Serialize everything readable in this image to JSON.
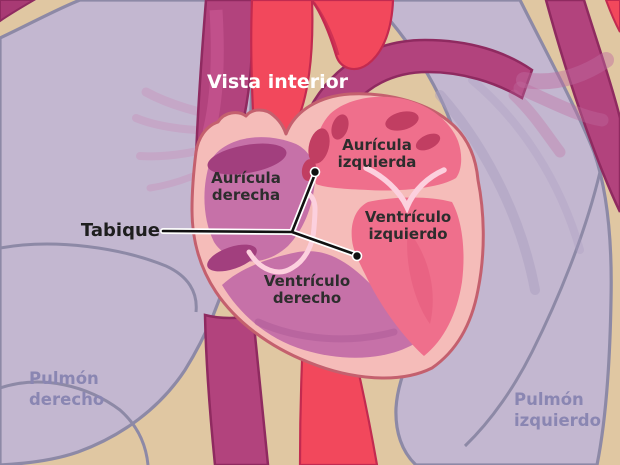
{
  "figure": {
    "title": "Vista interior",
    "annotation": {
      "label": "Tabique"
    },
    "chambers": {
      "auricula_derecha": {
        "line1": "Aurícula",
        "line2": "derecha"
      },
      "auricula_izquierda": {
        "line1": "Aurícula",
        "line2": "izquierda"
      },
      "ventriculo_derecho": {
        "line1": "Ventrículo",
        "line2": "derecho"
      },
      "ventriculo_izquierdo": {
        "line1": "Ventrículo",
        "line2": "izquierdo"
      }
    },
    "lungs": {
      "pulmon_derecho": {
        "line1": "Pulmón",
        "line2": "derecho"
      },
      "pulmon_izquierdo": {
        "line1": "Pulmón",
        "line2": "izquierdo"
      }
    },
    "colors": {
      "background": "#e0c7a2",
      "lung": "#c3b7d0",
      "lung_shade": "#b9abc9",
      "lung_outline": "#8d89a6",
      "lung_label": "#8a86b2",
      "lung_vessel_pink": "#c79ac0",
      "heart_wall": "#f5bcb9",
      "heart_outline": "#c4606e",
      "right_chambers": "#c671a8",
      "right_chambers_dark": "#a23f7e",
      "left_chambers": "#ef6f8c",
      "left_chambers_dark": "#c13e62",
      "vein_dark": "#b2437d",
      "vein_bright": "#cf5d99",
      "vein_outline": "#8f2a60",
      "aorta_red": "#f2485c",
      "aorta_shadow": "#c22a50",
      "valve_pink": "#fcd0de",
      "pointer_black": "#111111",
      "title_text": "#ffffff",
      "label_text": "#2d2d2d"
    }
  }
}
